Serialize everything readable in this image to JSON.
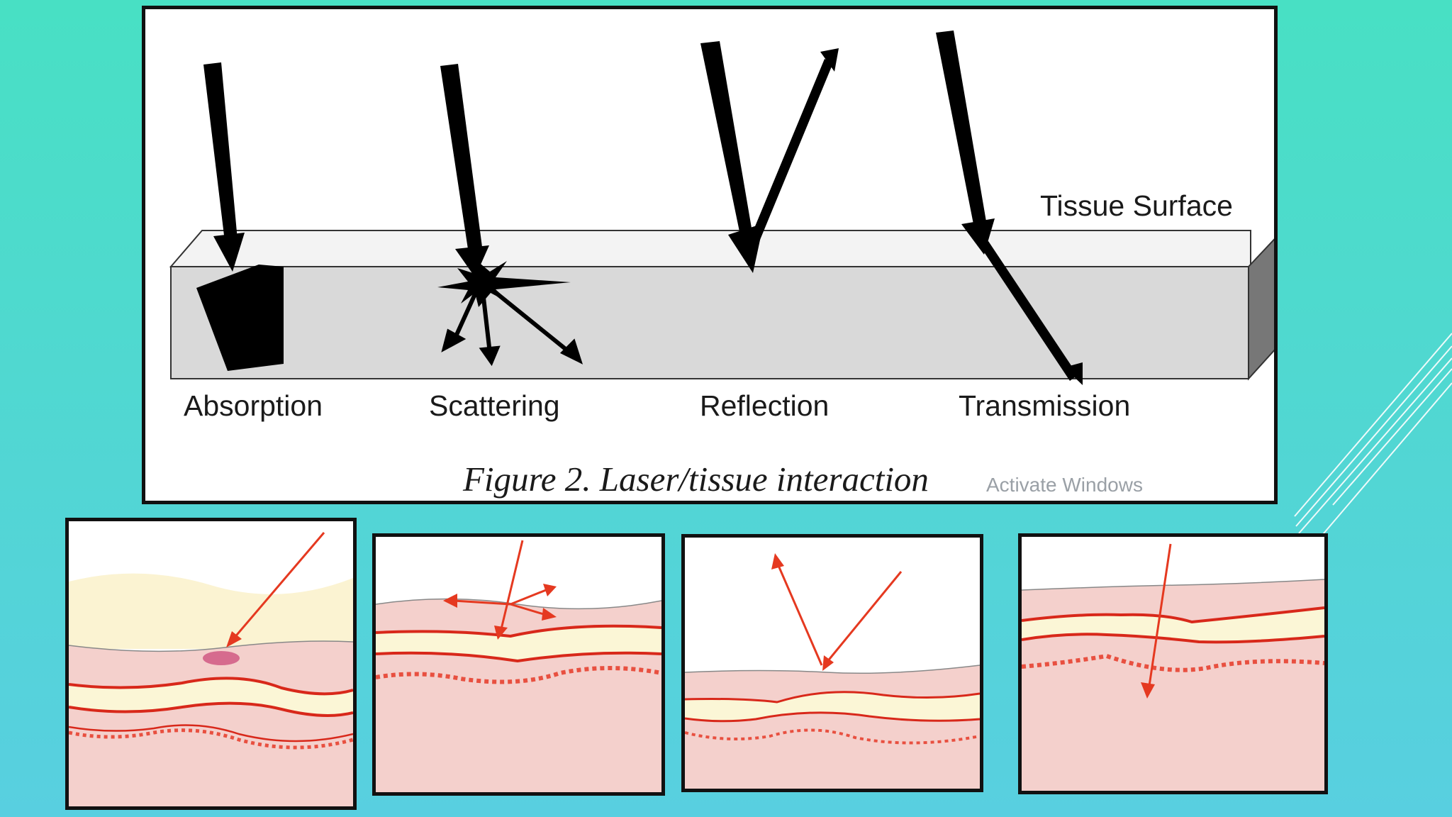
{
  "diagram": {
    "tissue_surface_label": "Tissue Surface",
    "interactions": [
      {
        "label": "Absorption"
      },
      {
        "label": "Scattering"
      },
      {
        "label": "Reflection"
      },
      {
        "label": "Transmission"
      }
    ],
    "caption": "Figure 2.  Laser/tissue interaction"
  },
  "watermark": {
    "activate": "Activate Windows"
  },
  "colors": {
    "background_top": "#48e0c4",
    "background_bottom": "#58cfe0",
    "arrow_black": "#000000",
    "laser_red": "#e53920",
    "skin_pink": "#f2c8c4",
    "skin_yellow": "#fbf6d6"
  }
}
